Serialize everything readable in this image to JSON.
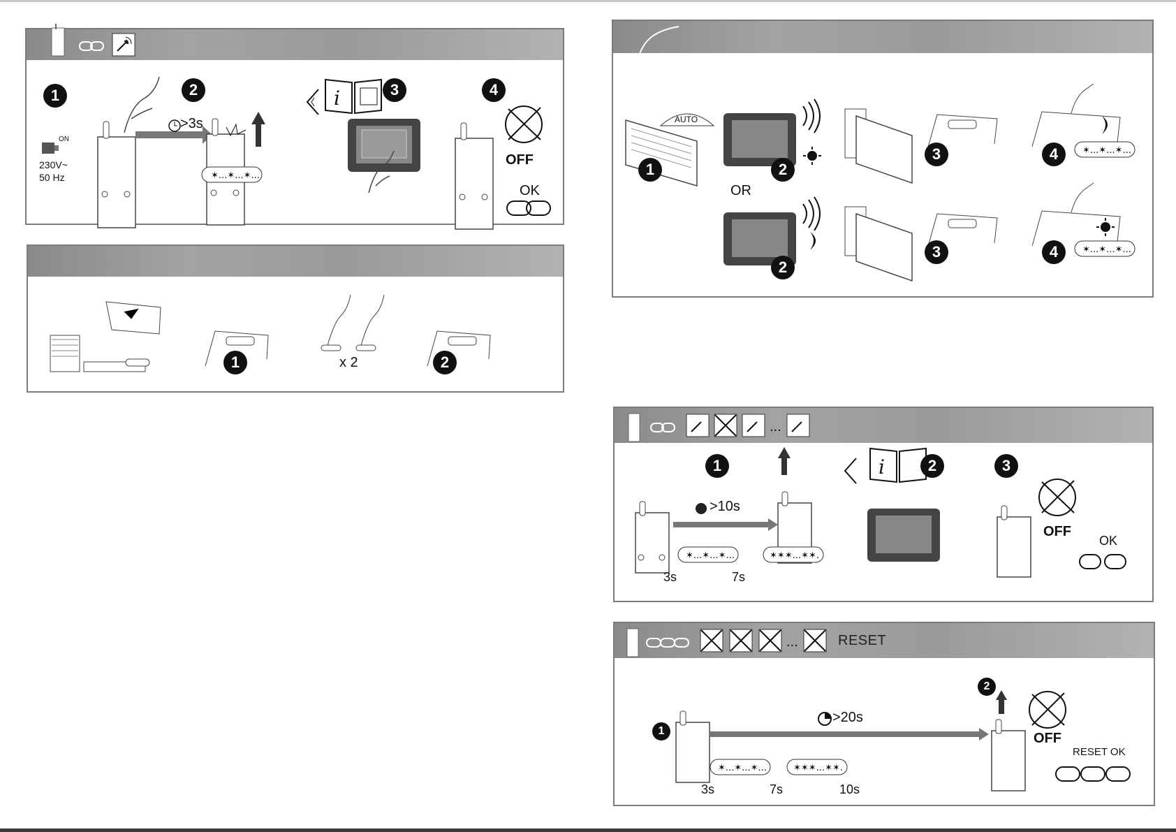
{
  "steps": {
    "s1": "1",
    "s2": "2",
    "s3": "3",
    "s4": "4"
  },
  "panel_pair": {
    "power_on": "ON",
    "voltage": "230V~",
    "frequency": "50 Hz",
    "hold_time": ">3s",
    "off": "OFF",
    "ok": "OK"
  },
  "panel_presence": {
    "times": "x 2"
  },
  "panel_auto": {
    "auto_badge": "AUTO",
    "or": "OR"
  },
  "panel_unpair": {
    "hold_time": ">10s",
    "t1": "3s",
    "t2": "7s",
    "off": "OFF",
    "ok": "OK",
    "dots": "..."
  },
  "panel_reset": {
    "title": "RESET",
    "hold_time": ">20s",
    "t1": "3s",
    "t2": "7s",
    "t3": "10s",
    "off": "OFF",
    "reset_ok": "RESET OK",
    "dots": "..."
  },
  "colors": {
    "header": "#9a9a9a",
    "border": "#7a7a7a",
    "ink": "#111111"
  }
}
